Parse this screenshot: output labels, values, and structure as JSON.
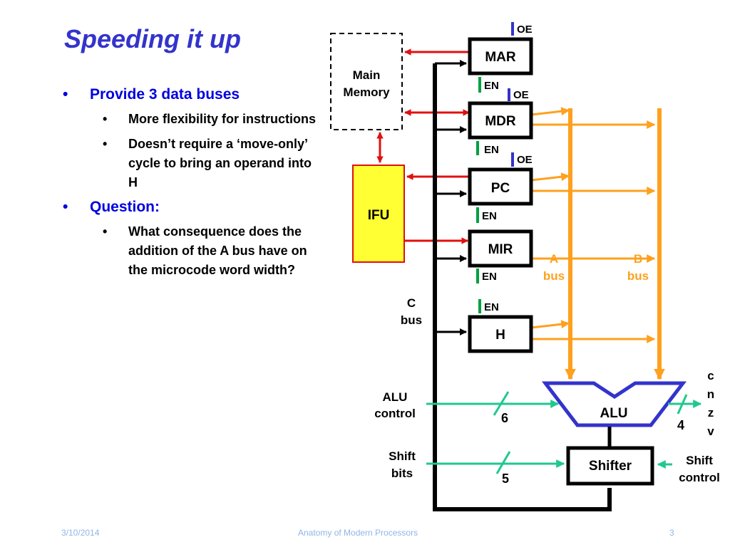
{
  "slide": {
    "title": "Speeding it up",
    "bullets": [
      {
        "text": "Provide 3 data buses",
        "sub": [
          "More flexibility for instructions",
          "Doesn’t require a ‘move-only’ cycle to bring an operand into H"
        ]
      },
      {
        "text": "Question:",
        "sub": [
          "What consequence does the addition of the A bus have on the microcode word width?"
        ]
      }
    ],
    "bullet_glyph": "•"
  },
  "diagram": {
    "main_memory": [
      "Main",
      "Memory"
    ],
    "ifu": "IFU",
    "registers": {
      "mar": "MAR",
      "mdr": "MDR",
      "pc": "PC",
      "mir": "MIR",
      "h": "H"
    },
    "oe": "OE",
    "en": "EN",
    "a_bus": [
      "A",
      "bus"
    ],
    "b_bus": [
      "B",
      "bus"
    ],
    "c_bus": [
      "C",
      "bus"
    ],
    "alu": "ALU",
    "shifter": "Shifter",
    "alu_control": [
      "ALU",
      "control"
    ],
    "alu_control_width": "6",
    "shift_bits": [
      "Shift",
      "bits"
    ],
    "shift_bits_width": "5",
    "shift_control": [
      "Shift",
      "control"
    ],
    "flags": [
      "c",
      "n",
      "z",
      "v"
    ],
    "flags_width": "4"
  },
  "footer": {
    "date": "3/10/2014",
    "center": "Anatomy of Modern Processors",
    "page": "3"
  },
  "colors": {
    "title": "#3333cc",
    "bullet": "#0000e0",
    "red": "#e01010",
    "orange": "#ffa01e",
    "green": "#00a040",
    "teal": "#20c890",
    "blue": "#3333cc",
    "ifu_fill": "#ffff33",
    "footer": "#8fb5e8"
  }
}
